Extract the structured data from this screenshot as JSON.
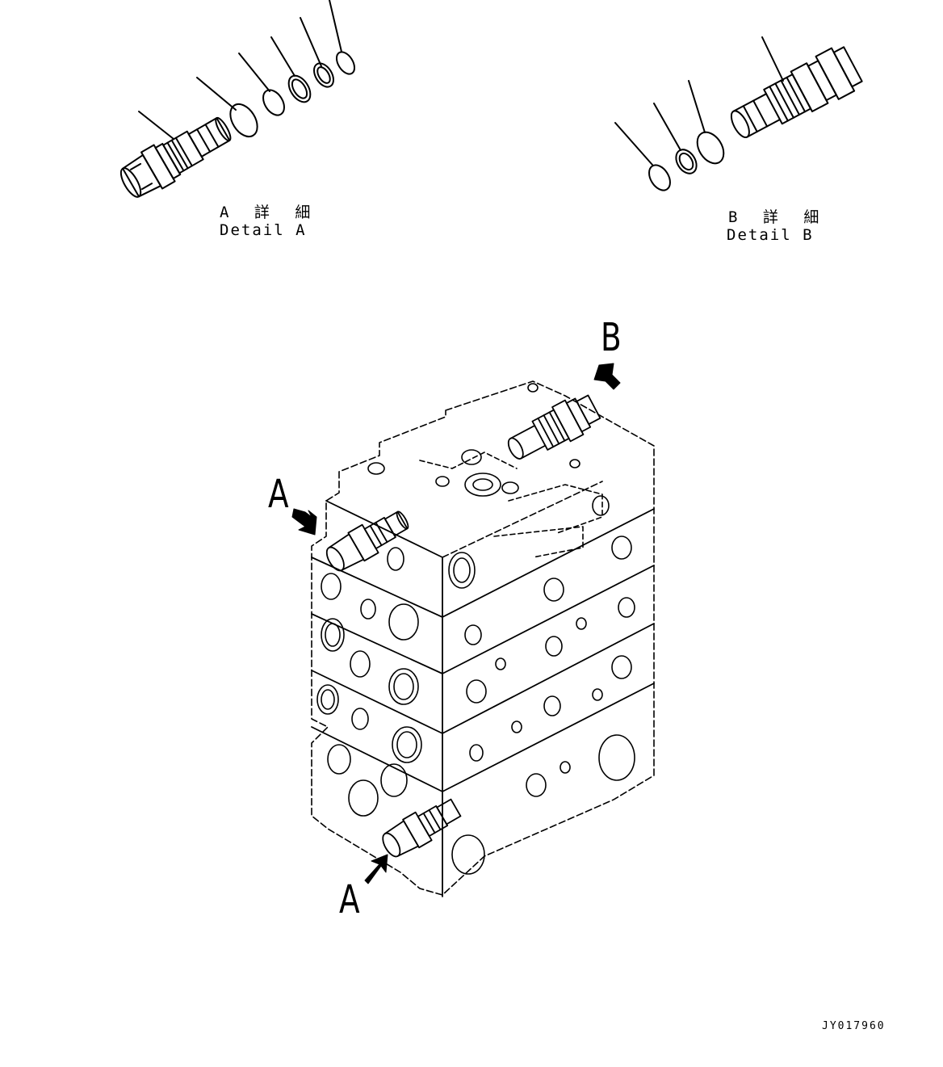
{
  "detail_a": {
    "title_jp": "A 詳 細",
    "title_en": "Detail A"
  },
  "detail_b": {
    "title_jp": "B 詳 細",
    "title_en": "Detail B"
  },
  "callouts": {
    "a_upper": "A",
    "a_lower": "A",
    "b": "B"
  },
  "drawing_code": "JY017960",
  "colors": {
    "line": "#000000",
    "background": "#ffffff"
  }
}
